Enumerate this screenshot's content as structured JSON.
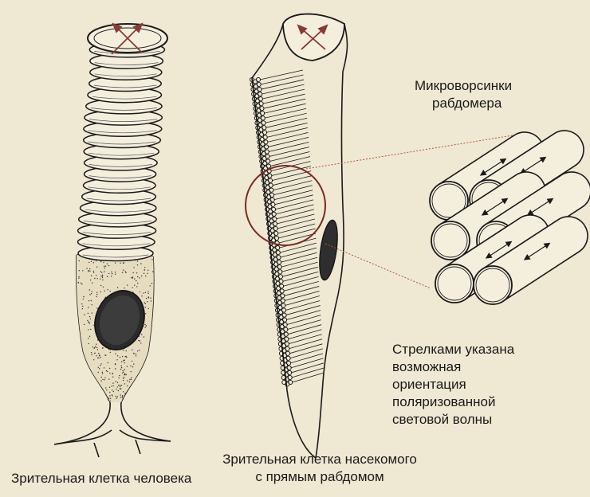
{
  "colors": {
    "background": "#efe8d2",
    "ink": "#1a1a1a",
    "highlight": "#7a2a22",
    "leader_line": "#b4573d"
  },
  "labels": {
    "human_cell": "Зрительная клетка человека",
    "insect_cell": [
      "Зрительная клетка насекомого",
      "с прямым рабдомом"
    ],
    "microvilli": [
      "Микроворсинки",
      "рабдомера"
    ],
    "arrows_note": [
      "Стрелками указана",
      "возможная",
      "ориентация",
      "поляризованной",
      "световой волны"
    ]
  },
  "icons": [
    "polarization-arrows-icon",
    "microvillus-direction-arrow-icon"
  ]
}
